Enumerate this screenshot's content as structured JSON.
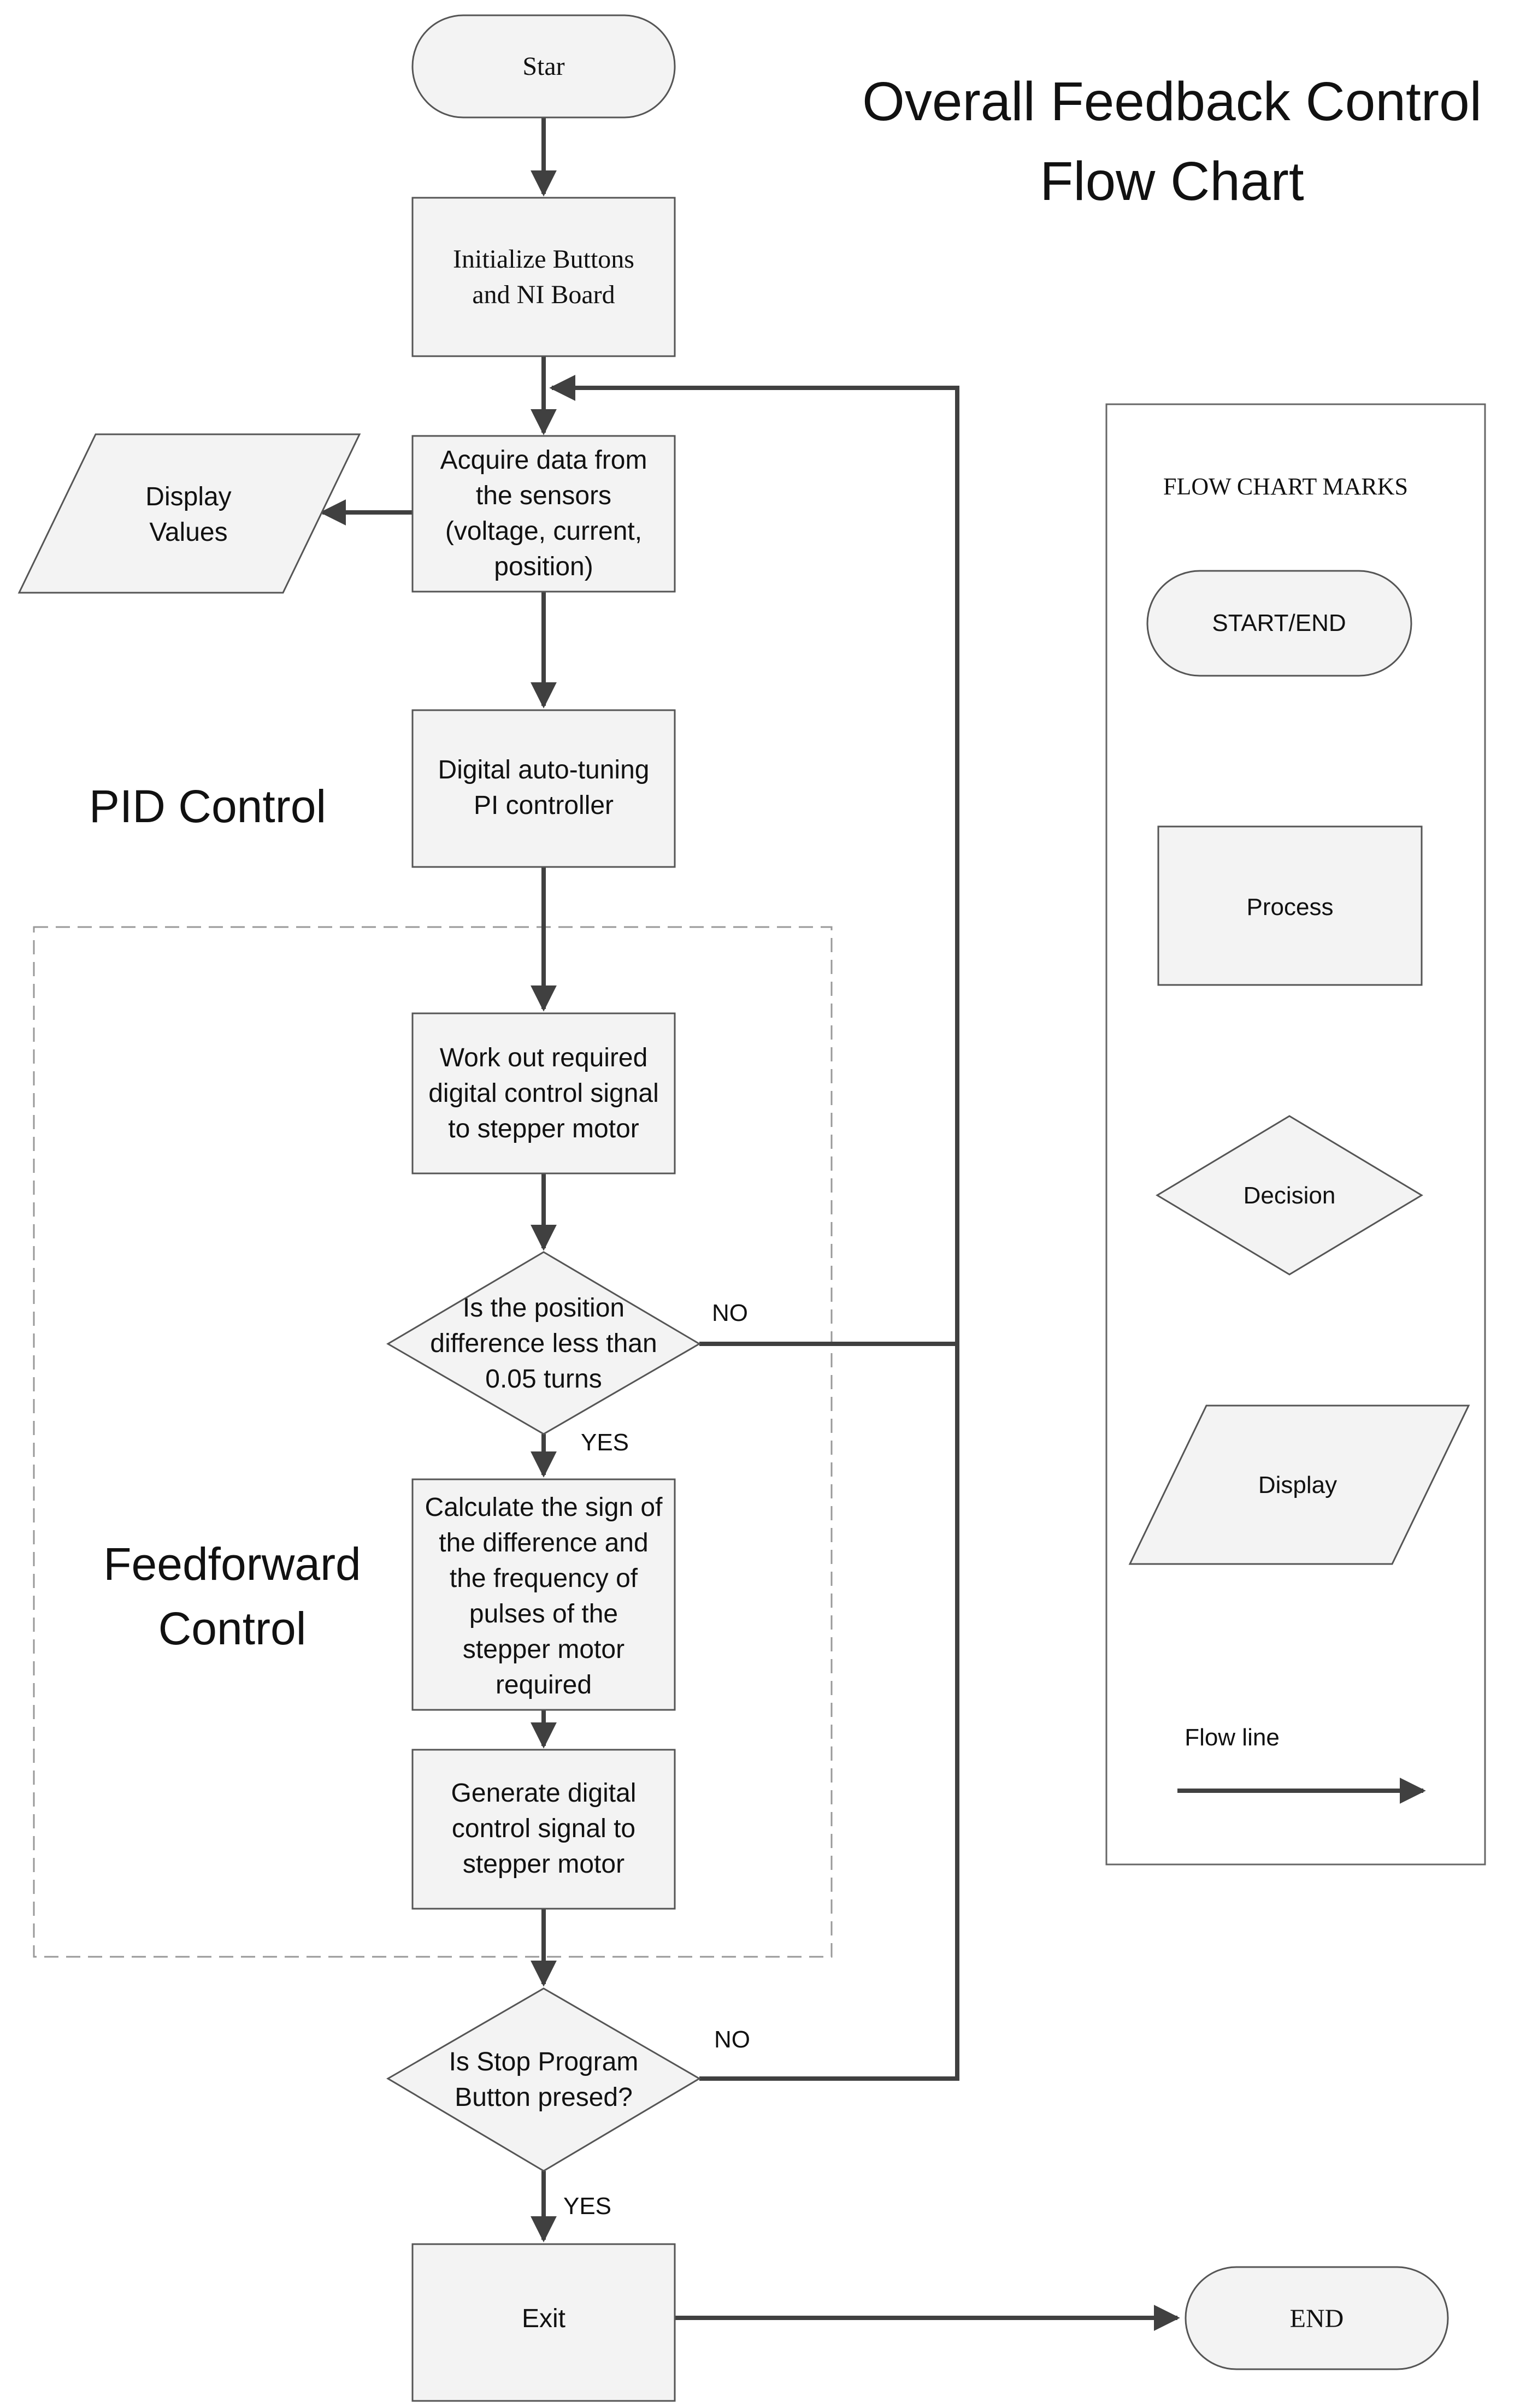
{
  "title": {
    "line1": "Overall Feedback Control",
    "line2": "Flow Chart"
  },
  "nodes": {
    "start": "Star",
    "init": [
      "Initialize Buttons",
      "and NI Board"
    ],
    "acquire": [
      "Acquire data from",
      "the sensors",
      "(voltage, current,",
      "position)"
    ],
    "display": [
      "Display",
      "Values"
    ],
    "pi": [
      "Digital auto-tuning",
      "PI controller"
    ],
    "workout": [
      "Work out required",
      "digital control signal",
      "to stepper motor"
    ],
    "decision_position": [
      "Is the position",
      "difference less than",
      "0.05 turns"
    ],
    "calculate": [
      "Calculate the sign of",
      "the difference and",
      "the frequency of",
      "pulses of the",
      "stepper motor",
      "required"
    ],
    "generate": [
      "Generate digital",
      "control signal to",
      "stepper motor"
    ],
    "decision_stop": [
      "Is Stop Program",
      "Button presed?"
    ],
    "exit": "Exit",
    "end": "END"
  },
  "edge_labels": {
    "position_no": "NO",
    "position_yes": "YES",
    "stop_no": "NO",
    "stop_yes": "YES"
  },
  "group_labels": {
    "pid": "PID Control",
    "feedforward": [
      "Feedforward",
      "Control"
    ]
  },
  "legend": {
    "title": "FLOW CHART MARKS",
    "start_end": "START/END",
    "process": "Process",
    "decision": "Decision",
    "display": "Display",
    "flow_line": "Flow line"
  }
}
